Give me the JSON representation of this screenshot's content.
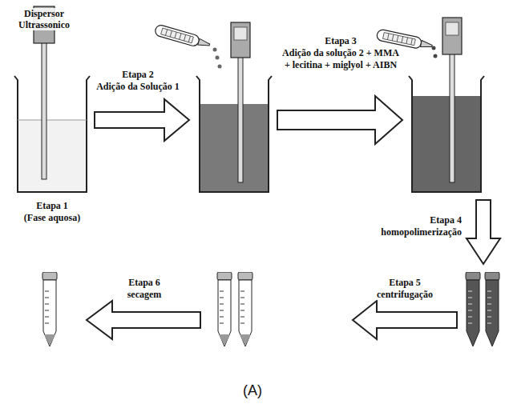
{
  "diagram": {
    "caption": "(A)",
    "labels": [
      "Dispersor Ultrassonico",
      "Etapa 1",
      "(Fase aquosa)",
      "Etapa 2",
      "Adição da Solução 1",
      "Etapa 3",
      "Adição da solução 2 + MMA",
      "+ lecitina + miglyol + AIBN",
      "Etapa 4",
      "homopolimerização",
      "Etapa 5",
      "centrifugação",
      "Etapa 6",
      "secagem"
    ]
  }
}
